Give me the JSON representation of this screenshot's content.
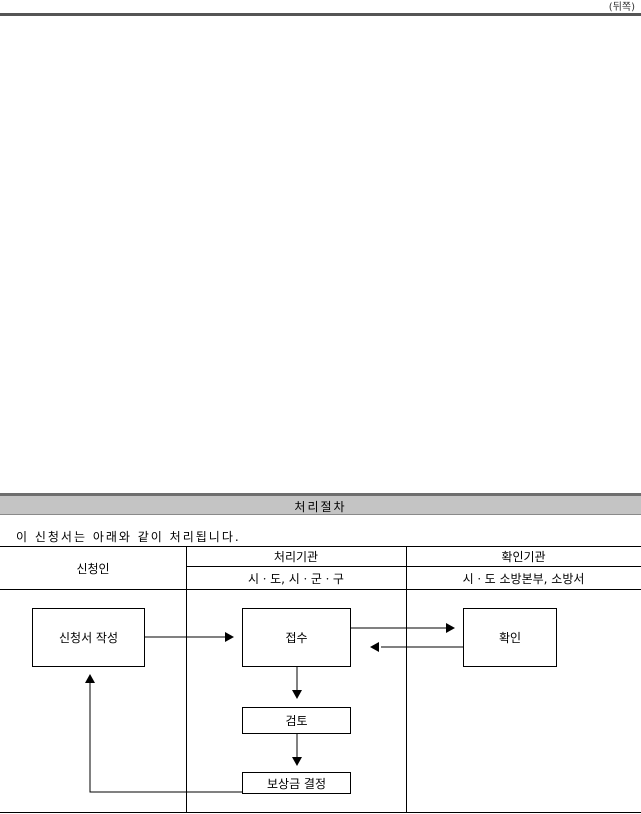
{
  "back_label": "(뒤쪽)",
  "section": {
    "title": "처리절차"
  },
  "intro": "이 신청서는 아래와 같이 처리됩니다.",
  "table": {
    "applicant": "신청인",
    "processing_agency": "처리기관",
    "confirming_agency": "확인기관",
    "processing_agency_detail": "시ㆍ도, 시ㆍ군ㆍ구",
    "confirming_agency_detail": "시ㆍ도 소방본부, 소방서"
  },
  "flow": {
    "apply": "신청서 작성",
    "receive": "접수",
    "confirm": "확인",
    "review": "검토",
    "decision": "보상금 결정"
  }
}
